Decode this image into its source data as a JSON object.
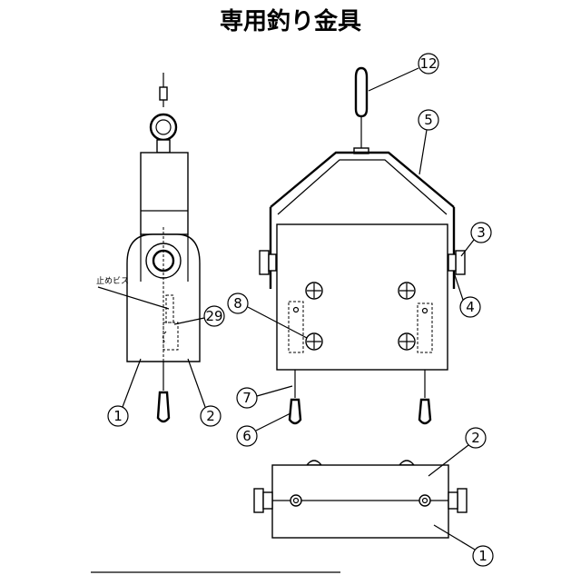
{
  "title": "専用釣り金具",
  "labels": {
    "stop_screw": "止めビス"
  },
  "callouts": {
    "side_1": "1",
    "side_2": "2",
    "side_29": "29",
    "front_12": "12",
    "front_5": "5",
    "front_3": "3",
    "front_4": "4",
    "front_8": "8",
    "front_7": "7",
    "front_6": "6",
    "bottom_2": "2",
    "bottom_1": "1"
  }
}
